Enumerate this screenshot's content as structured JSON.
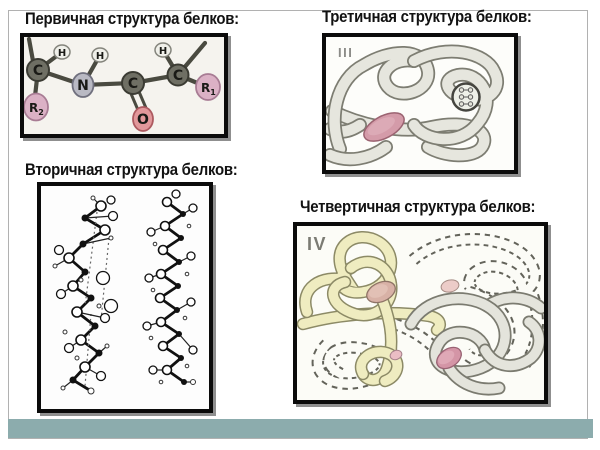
{
  "slide": {
    "border_color": "#b1b1b1",
    "accent_bar_color": "#8cacad",
    "background": "#ffffff"
  },
  "sections": {
    "primary": {
      "title": "Первичная структура белков:"
    },
    "secondary": {
      "title": "Вторичная структура белков:"
    },
    "tertiary": {
      "title": "Третичная структура белков:",
      "figure_label": "III"
    },
    "quaternary": {
      "title": "Четвертичная структура белков:",
      "figure_label": "IV"
    }
  },
  "primary_diagram": {
    "atoms": {
      "c1": "C",
      "c2": "C",
      "c3": "C",
      "h1": "H",
      "h2": "H",
      "h3": "H",
      "n": "N",
      "o": "O",
      "r": "R",
      "r1_sub": "1",
      "r2_sub": "2"
    },
    "colors": {
      "carbon": "#6f6f64",
      "hydrogen": "#f0f0ea",
      "nitrogen": "#b9b9c3",
      "oxygen": "#e2989b",
      "radical": "#dbb1c5",
      "bond": "#4a4a40"
    }
  },
  "tertiary_diagram": {
    "tube_color": "#e6e6de",
    "disc_color": "#d49ba9"
  },
  "quaternary_diagram": {
    "yellow_subunit_color": "#efecc0",
    "gray_subunit_color": "#e4e4dc",
    "disc_color": "#d8b1a6"
  }
}
